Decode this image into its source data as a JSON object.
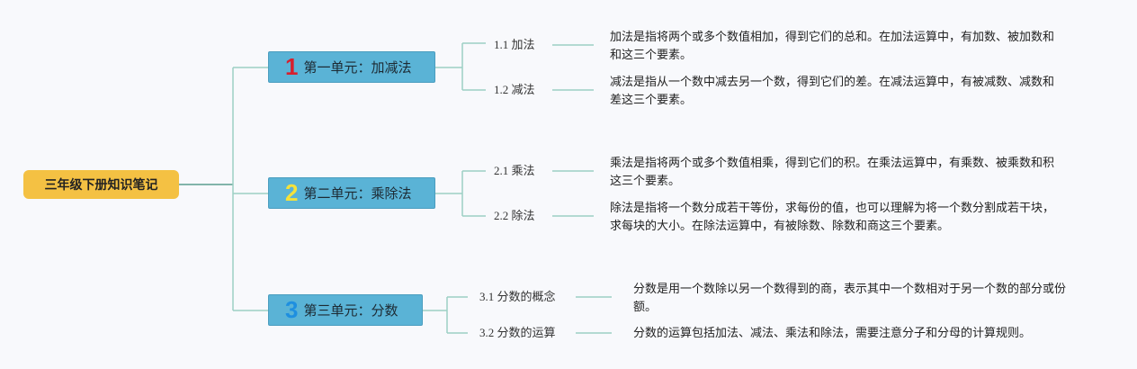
{
  "root": {
    "title": "三年级下册知识笔记"
  },
  "units": [
    {
      "number": "1",
      "number_color": "#d6202e",
      "title": "第一单元：加减法",
      "topics": [
        {
          "label": "1.1 加法",
          "desc": "加法是指将两个或多个数值相加，得到它们的总和。在加法运算中，有加数、被加数和和这三个要素。"
        },
        {
          "label": "1.2 减法",
          "desc": "减法是指从一个数中减去另一个数，得到它们的差。在减法运算中，有被减数、减数和差这三个要素。"
        }
      ]
    },
    {
      "number": "2",
      "number_color": "#f5e23a",
      "title": "第二单元：乘除法",
      "topics": [
        {
          "label": "2.1 乘法",
          "desc": "乘法是指将两个或多个数值相乘，得到它们的积。在乘法运算中，有乘数、被乘数和积这三个要素。"
        },
        {
          "label": "2.2 除法",
          "desc": "除法是指将一个数分成若干等份，求每份的值，也可以理解为将一个数分割成若干块，求每块的大小。在除法运算中，有被除数、除数和商这三个要素。"
        }
      ]
    },
    {
      "number": "3",
      "number_color": "#1e8fe0",
      "title": "第三单元：分数",
      "topics": [
        {
          "label": "3.1 分数的概念",
          "desc": "分数是用一个数除以另一个数得到的商，表示其中一个数相对于另一个数的部分或份额。"
        },
        {
          "label": "3.2 分数的运算",
          "desc": "分数的运算包括加法、减法、乘法和除法，需要注意分子和分母的计算规则。"
        }
      ]
    }
  ],
  "colors": {
    "line": "#9ccfc4",
    "root": "#f4c143",
    "unit": "#5ab3d6"
  }
}
